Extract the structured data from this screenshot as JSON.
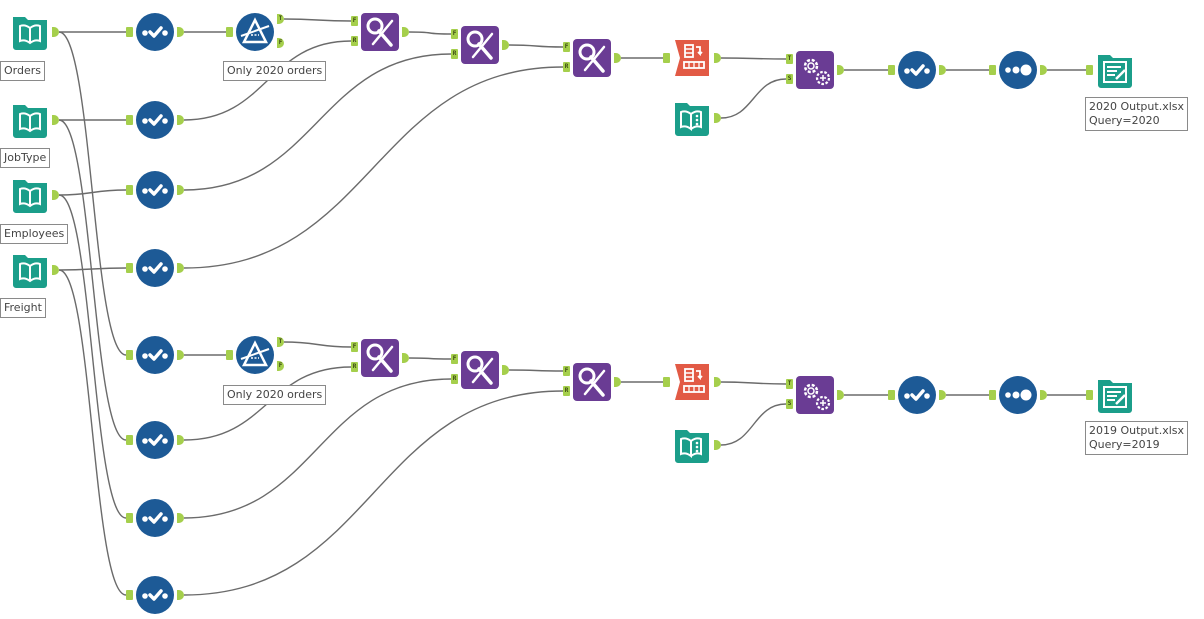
{
  "colors": {
    "input": "#1b9e8a",
    "select": "#1d5a96",
    "filter": "#1d5a96",
    "join": "#6a3c94",
    "transpose": "#e25a45",
    "batch": "#6a3c94",
    "output": "#1b9e8a",
    "anchor": "#a5cf4c",
    "wire": "#6b6b6b"
  },
  "nodes": [
    {
      "id": "in_orders",
      "type": "input",
      "label": "Orders"
    },
    {
      "id": "in_jobtype",
      "type": "input",
      "label": "JobType"
    },
    {
      "id": "in_employees",
      "type": "input",
      "label": "Employees"
    },
    {
      "id": "in_freight",
      "type": "input",
      "label": "Freight"
    },
    {
      "id": "sel_a1",
      "type": "select"
    },
    {
      "id": "sel_a2",
      "type": "select"
    },
    {
      "id": "sel_a3",
      "type": "select"
    },
    {
      "id": "sel_a4",
      "type": "select"
    },
    {
      "id": "filter_a",
      "type": "filter",
      "label": "Only 2020 orders",
      "anchors": [
        "T",
        "F"
      ]
    },
    {
      "id": "join_a1",
      "type": "join",
      "anchors": [
        "F",
        "R"
      ]
    },
    {
      "id": "join_a2",
      "type": "join",
      "anchors": [
        "F",
        "R"
      ]
    },
    {
      "id": "join_a3",
      "type": "join",
      "anchors": [
        "F",
        "R"
      ]
    },
    {
      "id": "transpose_a",
      "type": "transpose"
    },
    {
      "id": "text_in_a",
      "type": "textinput"
    },
    {
      "id": "batch_a",
      "type": "batch",
      "anchors": [
        "T",
        "S"
      ]
    },
    {
      "id": "sel_a5",
      "type": "select"
    },
    {
      "id": "sort_a",
      "type": "sort"
    },
    {
      "id": "out_a",
      "type": "output",
      "label": "2020 Output.xlsx\nQuery=2020"
    },
    {
      "id": "sel_b1",
      "type": "select"
    },
    {
      "id": "sel_b2",
      "type": "select"
    },
    {
      "id": "sel_b3",
      "type": "select"
    },
    {
      "id": "sel_b4",
      "type": "select"
    },
    {
      "id": "filter_b",
      "type": "filter",
      "label": "Only 2020 orders",
      "anchors": [
        "T",
        "F"
      ]
    },
    {
      "id": "join_b1",
      "type": "join",
      "anchors": [
        "F",
        "R"
      ]
    },
    {
      "id": "join_b2",
      "type": "join",
      "anchors": [
        "F",
        "R"
      ]
    },
    {
      "id": "join_b3",
      "type": "join",
      "anchors": [
        "F",
        "R"
      ]
    },
    {
      "id": "transpose_b",
      "type": "transpose"
    },
    {
      "id": "text_in_b",
      "type": "textinput"
    },
    {
      "id": "batch_b",
      "type": "batch",
      "anchors": [
        "T",
        "S"
      ]
    },
    {
      "id": "sel_b5",
      "type": "select"
    },
    {
      "id": "sort_b",
      "type": "sort"
    },
    {
      "id": "out_b",
      "type": "output",
      "label": "2019 Output.xlsx\nQuery=2019"
    }
  ],
  "labels": {
    "in_orders": "Orders",
    "in_jobtype": "JobType",
    "in_employees": "Employees",
    "in_freight": "Freight",
    "filter_a": "Only 2020 orders",
    "filter_b": "Only 2020 orders",
    "out_a": "2020 Output.xlsx\nQuery=2020",
    "out_b": "2019 Output.xlsx\nQuery=2019"
  },
  "anchor_letters": {
    "filter_true": "T",
    "filter_false": "F",
    "join_left": "F",
    "join_right": "R",
    "batch_control": "T",
    "batch_input": "S"
  },
  "connections": [
    [
      "in_orders",
      "sel_a1"
    ],
    [
      "in_jobtype",
      "sel_a2"
    ],
    [
      "in_employees",
      "sel_a3"
    ],
    [
      "in_freight",
      "sel_a4"
    ],
    [
      "sel_a1",
      "filter_a"
    ],
    [
      "filter_a:T",
      "join_a1:L"
    ],
    [
      "sel_a2",
      "join_a1:R"
    ],
    [
      "join_a1",
      "join_a2:L"
    ],
    [
      "sel_a3",
      "join_a2:R"
    ],
    [
      "join_a2",
      "join_a3:L"
    ],
    [
      "sel_a4",
      "join_a3:R"
    ],
    [
      "join_a3",
      "transpose_a"
    ],
    [
      "transpose_a",
      "batch_a:T"
    ],
    [
      "text_in_a",
      "batch_a:S"
    ],
    [
      "batch_a",
      "sel_a5"
    ],
    [
      "sel_a5",
      "sort_a"
    ],
    [
      "sort_a",
      "out_a"
    ],
    [
      "in_orders",
      "sel_b1"
    ],
    [
      "in_jobtype",
      "sel_b2"
    ],
    [
      "in_employees",
      "sel_b3"
    ],
    [
      "in_freight",
      "sel_b4"
    ],
    [
      "sel_b1",
      "filter_b"
    ],
    [
      "filter_b:T",
      "join_b1:L"
    ],
    [
      "sel_b2",
      "join_b1:R"
    ],
    [
      "join_b1",
      "join_b2:L"
    ],
    [
      "sel_b3",
      "join_b2:R"
    ],
    [
      "join_b2",
      "join_b3:L"
    ],
    [
      "sel_b4",
      "join_b3:R"
    ],
    [
      "join_b3",
      "transpose_b"
    ],
    [
      "transpose_b",
      "batch_b:T"
    ],
    [
      "text_in_b",
      "batch_b:S"
    ],
    [
      "batch_b",
      "sel_b5"
    ],
    [
      "sel_b5",
      "sort_b"
    ],
    [
      "sort_b",
      "out_b"
    ]
  ]
}
